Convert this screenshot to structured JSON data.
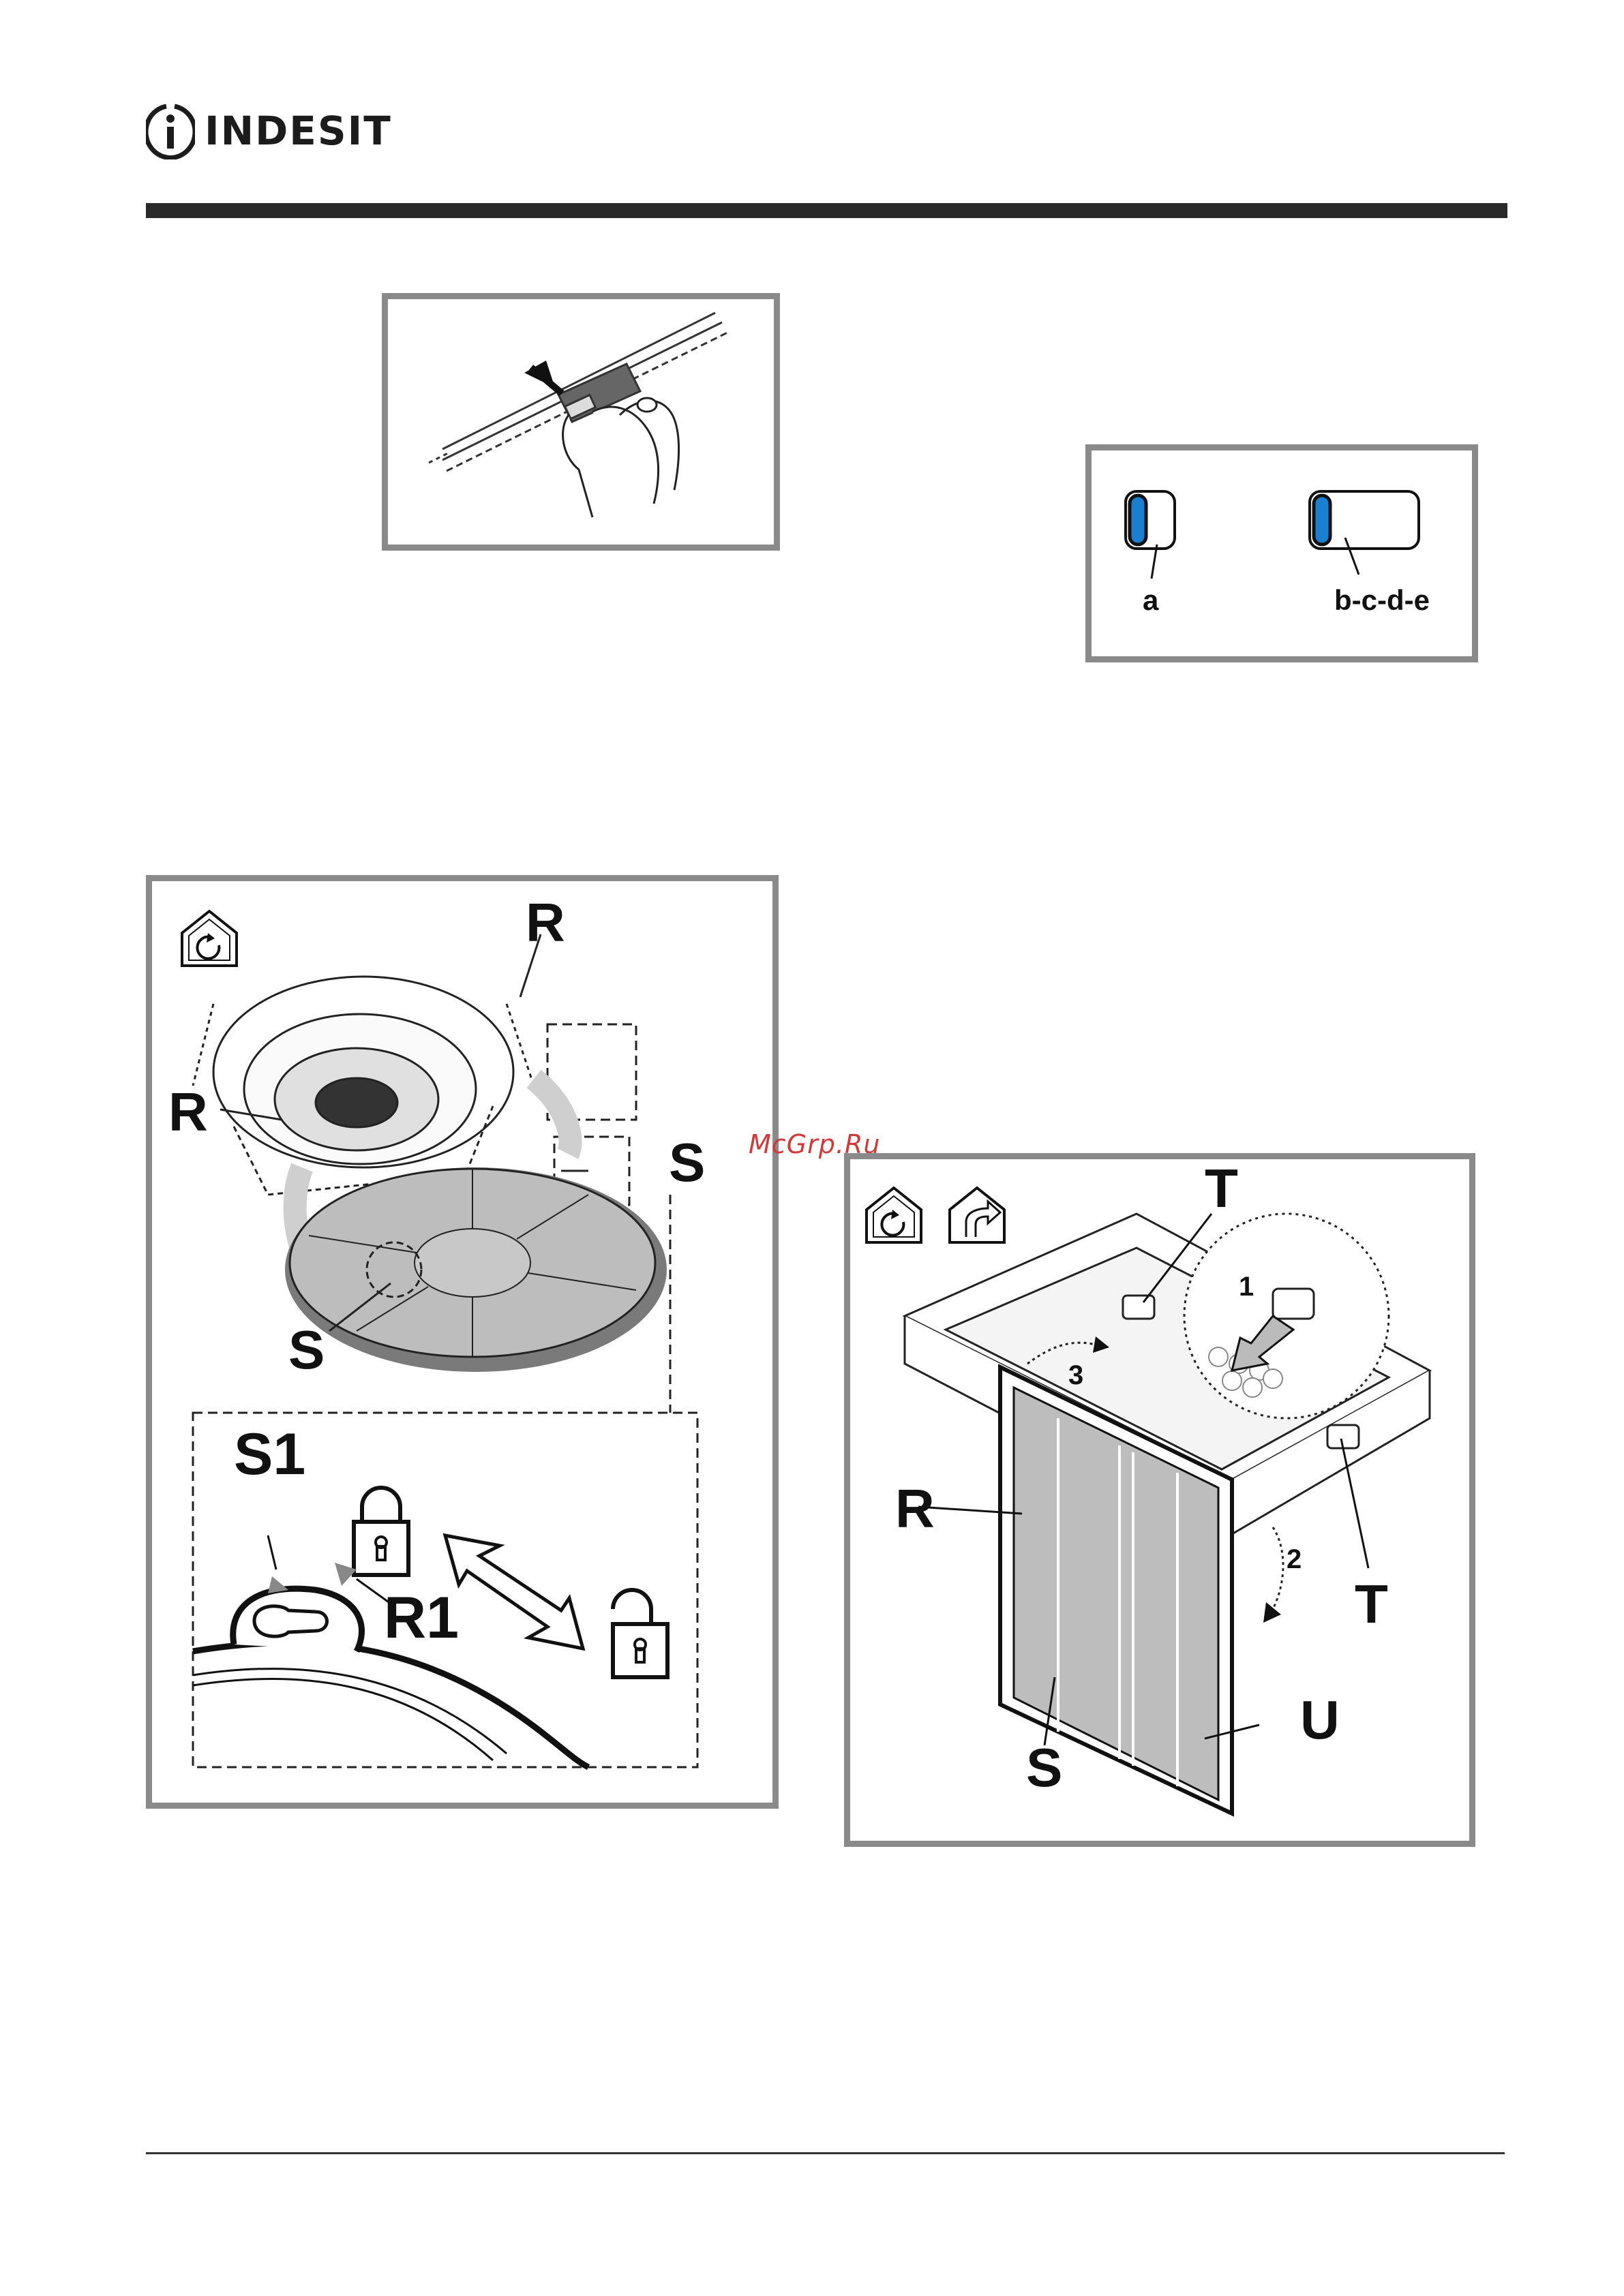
{
  "brand": {
    "name": "INDESIT"
  },
  "watermark": "McGrp.Ru",
  "figures": {
    "indicator": {
      "label_left": "a",
      "label_right": "b-c-d-e"
    },
    "round_filter": {
      "labels": {
        "r_top": "R",
        "r_left": "R",
        "s_right": "S",
        "s_bottom": "S",
        "s1": "S1",
        "r1": "R1"
      },
      "icon": "recirculation-mode-icon"
    },
    "rect_filter": {
      "labels": {
        "t_top": "T",
        "t_right": "T",
        "r": "R",
        "s": "S",
        "u": "U",
        "step1": "1",
        "step2": "2",
        "step3": "3"
      },
      "icons": [
        "recirculation-mode-icon",
        "ducted-mode-icon"
      ]
    }
  },
  "colors": {
    "indicator_blue": "#1a7fd1",
    "frame_grey": "#8a8a8a",
    "filter_grey": "#bdbdbd",
    "rule_dark": "#2a2a2a"
  }
}
